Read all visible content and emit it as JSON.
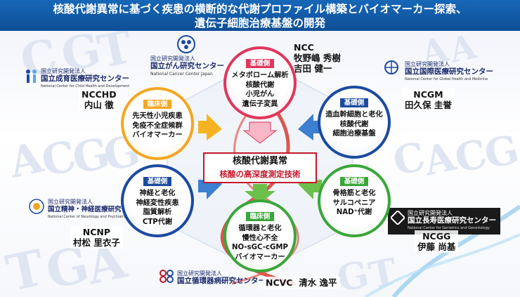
{
  "title": {
    "line1": "核酸代謝異常に基づく疾患の横断的な代謝プロファイル構築とバイオマーカー探索、",
    "line2": "遺伝子細胞治療基盤の開発"
  },
  "background_letters": [
    "C",
    "G",
    "T",
    "A",
    "C",
    "G",
    "G",
    "T",
    "G",
    "A",
    "C",
    "A",
    "C",
    "G",
    "A",
    "A",
    "G",
    "T"
  ],
  "center": {
    "line1": "核酸代謝異常",
    "line2": "核酸の高深度測定技術"
  },
  "circles": [
    {
      "id": "ncc",
      "header": "基礎側",
      "lines": [
        "メタボローム解析",
        "核酸代謝",
        "小児がん",
        "遺伝子変異"
      ],
      "color": "#e0365c",
      "fill": "#fde3ea"
    },
    {
      "id": "ncgm",
      "header": "基礎側",
      "lines": [
        "造血幹細胞と老化",
        "核酸代謝",
        "細胞治療基盤"
      ],
      "color": "#1c4aa0",
      "fill": "#e6ecf8"
    },
    {
      "id": "ncchd",
      "header": "臨床側",
      "lines": [
        "先天性小児疾患",
        "免疫不全症候群",
        "バイオマーカー"
      ],
      "color": "#f5a623",
      "fill": "#fdf0d6"
    },
    {
      "id": "ncnp",
      "header": "基礎側",
      "lines": [
        "神経と老化",
        "神経変性疾患",
        "脂質解析",
        "CTP代謝"
      ],
      "color": "#1c4aa0",
      "fill": "#e6ecf8"
    },
    {
      "id": "ncvc",
      "header": "臨床側",
      "lines": [
        "循環器と老化",
        "慢性心不全",
        "NO-sGC-cGMP",
        "バイオマーカー"
      ],
      "color": "#3aa63a",
      "fill": "#e6f4e2"
    },
    {
      "id": "ncgg",
      "header": "基礎側",
      "lines": [
        "骨格筋と老化",
        "サルコペニア",
        "NAD⁺代謝"
      ],
      "color": "#3aa63a",
      "fill": "#e6f4e2"
    }
  ],
  "people": {
    "ncc": {
      "code": "NCC",
      "name1": "牧野嶋 秀樹",
      "name2": "吉田 健一"
    },
    "ncchd": {
      "code": "NCCHD",
      "name": "内山 徹"
    },
    "ncgm": {
      "code": "NCGM",
      "name": "田久保 圭誉"
    },
    "ncnp": {
      "code": "NCNP",
      "name": "村松 里衣子"
    },
    "ncgg": {
      "code": "NCGG",
      "name": "伊藤 尚基"
    },
    "ncvc": {
      "code": "NCVC",
      "name": "清水 逸平"
    }
  },
  "institutions": {
    "ncc": {
      "prefix": "国立研究開発法人",
      "name": "国立がん研究センター",
      "en": "National Cancer Center Japan"
    },
    "ncchd": {
      "prefix": "国立研究開発法人",
      "name": "国立成育医療研究センター",
      "en": "National Center for Child Health and Development"
    },
    "ncgm": {
      "prefix": "国立研究開発法人",
      "name": "国立国際医療研究センター",
      "en": "National Center for Global Health and Medicine"
    },
    "ncnp": {
      "prefix": "国立研究開発法人",
      "name": "国立精神・神経医療研究センター",
      "en": "National Center of Neurology and Psychiatry"
    },
    "ncgg": {
      "prefix": "国立研究開発法人",
      "name": "国立長寿医療研究センター",
      "en": "National Center for Geriatrics and Gerontology"
    },
    "ncvc": {
      "prefix": "国立研究開発法人",
      "name": "国立循環器病研究センター"
    }
  },
  "colors": {
    "title_bg": "#1767b8",
    "red": "#c4172a",
    "blue": "#1c4aa0",
    "green": "#3aa63a",
    "pink": "#e0365c",
    "orange": "#f5a623"
  }
}
